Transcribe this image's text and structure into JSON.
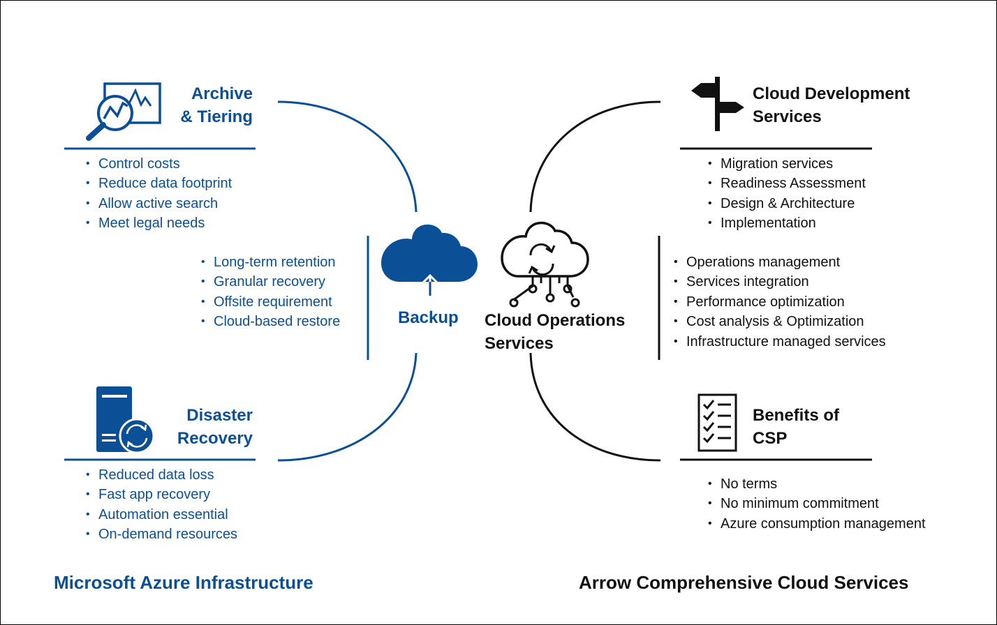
{
  "left": {
    "archive": {
      "title_line1": "Archive",
      "title_line2": "& Tiering",
      "icon": "analytics-magnifier-icon",
      "items": [
        "Control costs",
        "Reduce data footprint",
        "Allow active search",
        "Meet legal needs"
      ]
    },
    "backup": {
      "title": "Backup",
      "icon": "cloud-upload-icon",
      "items": [
        "Long-term retention",
        "Granular recovery",
        "Offsite requirement",
        "Cloud-based restore"
      ]
    },
    "disaster": {
      "title_line1": "Disaster",
      "title_line2": "Recovery",
      "icon": "server-sync-icon",
      "items": [
        "Reduced data loss",
        "Fast app recovery",
        "Automation essential",
        "On-demand resources"
      ]
    },
    "footer": "Microsoft Azure Infrastructure"
  },
  "right": {
    "development": {
      "title_line1": "Cloud Development",
      "title_line2": "Services",
      "icon": "signpost-icon",
      "items": [
        "Migration services",
        "Readiness Assessment",
        "Design & Architecture",
        "Implementation"
      ]
    },
    "operations": {
      "title_line1": "Cloud Operations",
      "title_line2": "Services",
      "icon": "cloud-sync-circuit-icon",
      "items": [
        "Operations management",
        "Services integration",
        "Performance optimization",
        "Cost analysis & Optimization",
        "Infrastructure managed services"
      ]
    },
    "benefits": {
      "title_line1": "Benefits of",
      "title_line2": "CSP",
      "icon": "checklist-icon",
      "items": [
        "No terms",
        "No minimum commitment",
        "Azure consumption management"
      ]
    },
    "footer": "Arrow Comprehensive Cloud Services"
  },
  "colors": {
    "azure_blue": "#0b4f96",
    "dark": "#111111"
  }
}
